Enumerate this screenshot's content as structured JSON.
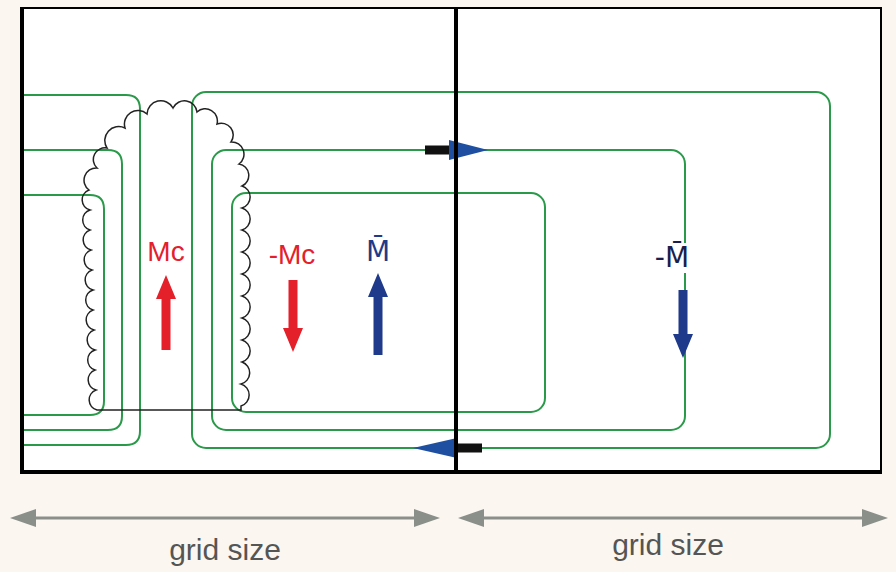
{
  "diagram": {
    "nodes": [
      {
        "text": [
          "-Mc",
          "M̄"
        ]
      },
      {
        "text": [
          "Mc"
        ],
        "in": 0
      },
      {
        "text": [
          "-M̄"
        ]
      }
    ],
    "labels": [
      "grid size",
      "grid size"
    ]
  }
}
